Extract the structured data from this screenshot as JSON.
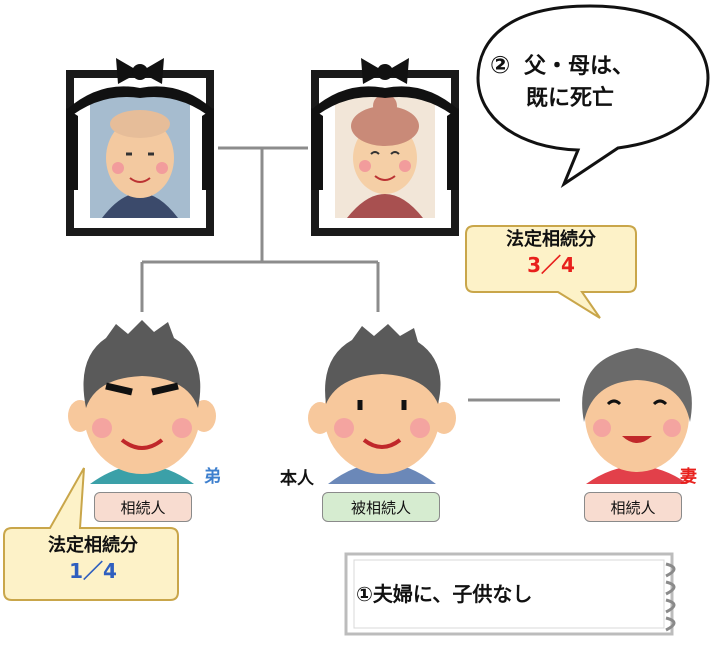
{
  "speech": {
    "marker": "②",
    "line1": "父・母は、",
    "line2": "既に死亡"
  },
  "callout_wife": {
    "title": "法定相続分",
    "share": "3／4",
    "share_color": "#e8201c"
  },
  "callout_brother": {
    "title": "法定相続分",
    "share": "1／4",
    "share_color": "#2f5fbf"
  },
  "people": {
    "brother": {
      "relation": "弟",
      "relation_color": "#3d7fce",
      "role": "相続人"
    },
    "self": {
      "relation": "本人",
      "relation_color": "#111111",
      "role": "被相続人"
    },
    "wife": {
      "relation": "妻",
      "relation_color": "#e8201c",
      "role": "相続人"
    }
  },
  "note": {
    "text": "①夫婦に、子供なし"
  },
  "colors": {
    "heir_tag_bg": "#f8dcd0",
    "decedent_tag_bg": "#d6ecd0",
    "callout_bg": "#fdf2c8",
    "callout_border": "#c9a64a"
  },
  "icons": [
    "father-portrait-icon",
    "mother-portrait-icon",
    "brother-icon",
    "self-icon",
    "wife-icon",
    "notebook-ring-icon"
  ]
}
